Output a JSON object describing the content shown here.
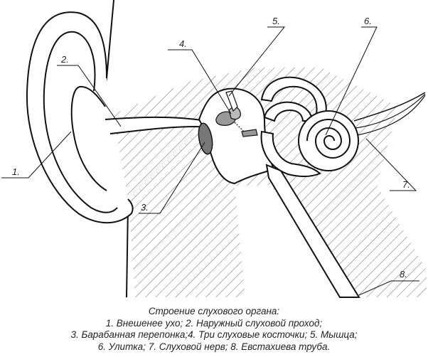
{
  "diagram": {
    "labels": {
      "l1": "1.",
      "l2": "2.",
      "l3": "3.",
      "l4": "4.",
      "l5": "5.",
      "l6": "6.",
      "l7": "7.",
      "l8": "8."
    }
  },
  "caption": {
    "line1": "Строение слухового органа:",
    "line2": "1. Внешенее ухо; 2. Наружный слуховой проход;",
    "line3": "3. Барабанная перепонка;4. Три слуховые косточки; 5.  Мышца;",
    "line4": "6. Улитка; 7. Слуховой нерв; 8. Евстахиева труба."
  }
}
